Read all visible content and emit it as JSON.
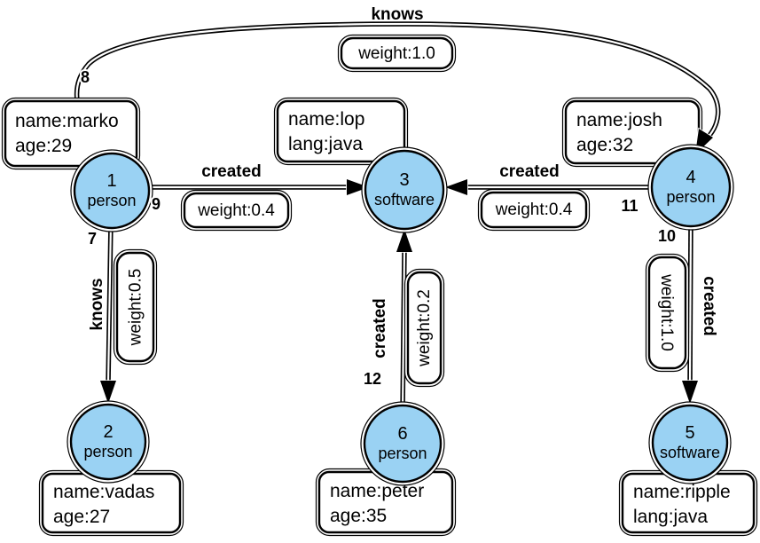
{
  "diagram": {
    "type": "property-graph",
    "background_color": "#ffffff",
    "node_fill_color": "#9AD2F3",
    "stroke_color": "#000000"
  },
  "nodes": [
    {
      "id": "1",
      "label": "person",
      "properties": [
        "name:marko",
        "age:29"
      ]
    },
    {
      "id": "2",
      "label": "person",
      "properties": [
        "name:vadas",
        "age:27"
      ]
    },
    {
      "id": "3",
      "label": "software",
      "properties": [
        "name:lop",
        "lang:java"
      ]
    },
    {
      "id": "4",
      "label": "person",
      "properties": [
        "name:josh",
        "age:32"
      ]
    },
    {
      "id": "5",
      "label": "software",
      "properties": [
        "name:ripple",
        "lang:java"
      ]
    },
    {
      "id": "6",
      "label": "person",
      "properties": [
        "name:peter",
        "age:35"
      ]
    }
  ],
  "edges": [
    {
      "id": "7",
      "label": "knows",
      "weight_label": "weight:0.5",
      "from": "1",
      "to": "2"
    },
    {
      "id": "8",
      "label": "knows",
      "weight_label": "weight:1.0",
      "from": "1",
      "to": "4"
    },
    {
      "id": "9",
      "label": "created",
      "weight_label": "weight:0.4",
      "from": "1",
      "to": "3"
    },
    {
      "id": "10",
      "label": "created",
      "weight_label": "weight:1.0",
      "from": "4",
      "to": "5"
    },
    {
      "id": "11",
      "label": "created",
      "weight_label": "weight:0.4",
      "from": "4",
      "to": "3"
    },
    {
      "id": "12",
      "label": "created",
      "weight_label": "weight:0.2",
      "from": "6",
      "to": "3"
    }
  ]
}
